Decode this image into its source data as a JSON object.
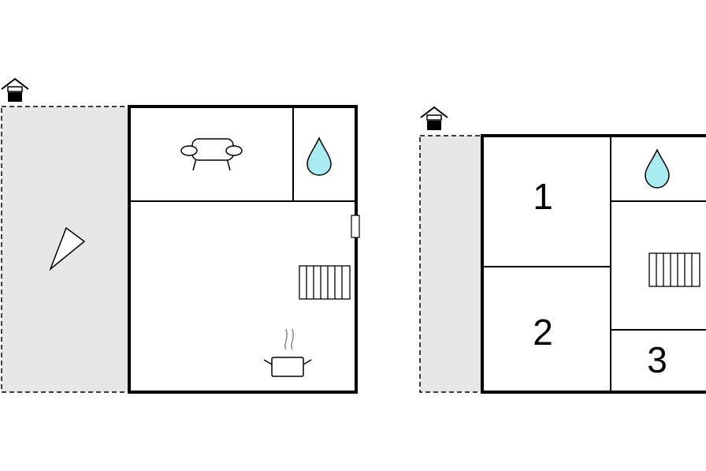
{
  "colors": {
    "wall": "#000000",
    "terrace": "#e6e6e6",
    "water": "#a8ecf2",
    "background": "#ffffff"
  },
  "ground_floor": {
    "icons": [
      "entrance-house-icon",
      "terrace-direction-icon",
      "sofa-icon",
      "water-drop-icon",
      "stairs-icon",
      "cooking-pot-icon",
      "window-icon"
    ]
  },
  "upper_floor": {
    "rooms": [
      {
        "number": "1"
      },
      {
        "number": "2"
      },
      {
        "number": "3"
      }
    ],
    "icons": [
      "entrance-house-icon",
      "water-drop-icon",
      "stairs-icon"
    ]
  }
}
